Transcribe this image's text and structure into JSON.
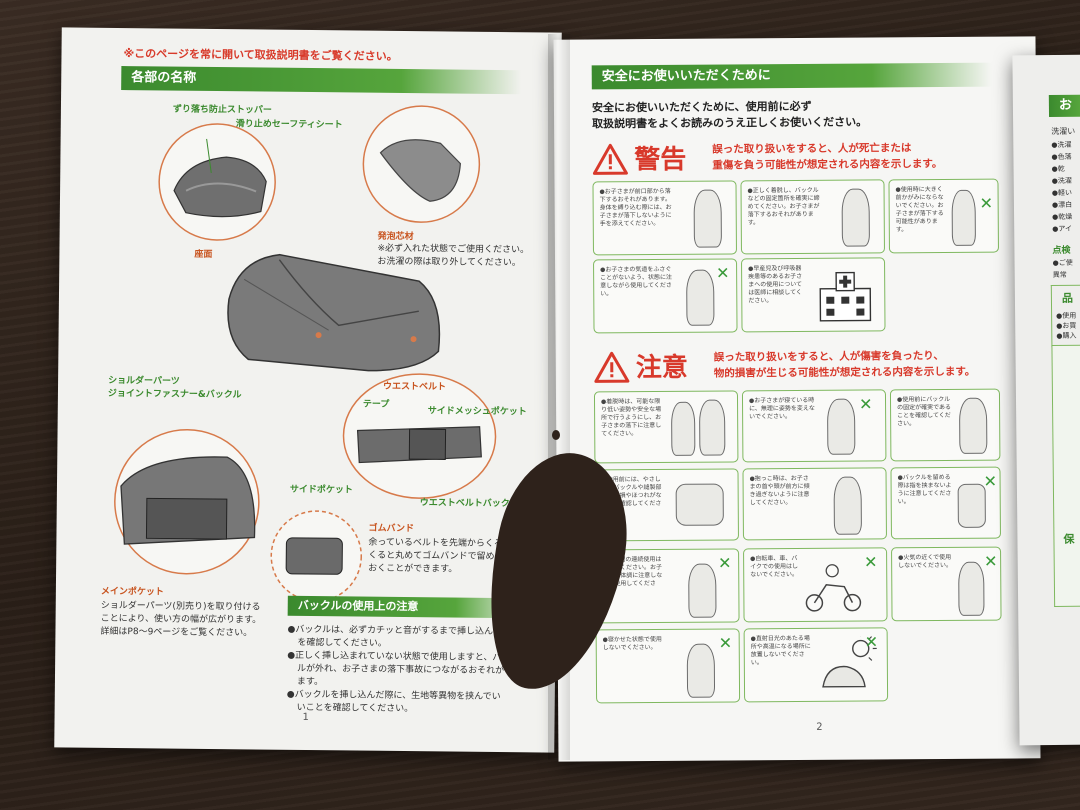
{
  "left_page": {
    "top_notice": "※このページを常に開いて取扱説明書をご覧ください。",
    "section_title": "各部の名称",
    "labels": {
      "stopper": "ずり落ち防止ストッパー",
      "safety_seat": "滑り止めセーフティシート",
      "seat": "座面",
      "foam_core": "発泡芯材",
      "foam_note_1": "※必ず入れた状態でご使用ください。",
      "foam_note_2": "お洗濯の際は取り外してください。",
      "shoulder_1": "ショルダーパーツ",
      "shoulder_2": "ジョイントファスナー&バックル",
      "waist_belt": "ウエストベルト",
      "tape": "テープ",
      "side_mesh_pocket": "サイドメッシュポケット",
      "side_pocket": "サイドポケット",
      "waist_belt_buckle": "ウエストベルトバックル",
      "rubber_band": "ゴムバンド",
      "rubber_desc_1": "余っているベルトを先端からくる",
      "rubber_desc_2": "くると丸めてゴムバンドで留め",
      "rubber_desc_3": "おくことができます。",
      "main_pocket": "メインポケット",
      "main_pocket_desc_1": "ショルダーパーツ(別売り)を取り付ける",
      "main_pocket_desc_2": "ことにより、使い方の幅が広がります。",
      "main_pocket_desc_3": "詳細はP8～9ページをご覧ください。"
    },
    "buckle_section_title": "バックルの使用上の注意",
    "buckle_bullets": [
      "●バックルは、必ずカチッと音がするまで挿し込ん",
      "を確認してください。",
      "●正しく挿し込まれていない状態で使用しますと、バ",
      "ルが外れ、お子さまの落下事故につながるおそれが",
      "ます。",
      "●バックルを挿し込んだ際に、生地等異物を挟んでい",
      "いことを確認してください。"
    ],
    "page_number": "1"
  },
  "right_page": {
    "section_title": "安全にお使いいただくために",
    "intro_1": "安全にお使いいただくために、使用前に必ず",
    "intro_2": "取扱説明書をよくお読みのうえ正しくお使いください。",
    "warning": {
      "title": "警告",
      "desc_1": "誤った取り扱いをすると、人が死亡または",
      "desc_2": "重傷を負う可能性が想定される内容を示します。"
    },
    "caution": {
      "title": "注意",
      "desc_1": "誤った取り扱いをすると、人が傷害を負ったり、",
      "desc_2": "物的損害が生じる可能性が想定される内容を示します。"
    },
    "warning_cards": [
      {
        "text": "●お子さまが前口部から落下するおそれがあります。身体を縛り込む際には、お子さまが落下しないように手を添えてください。",
        "mark": ""
      },
      {
        "text": "●正しく着脱し、バックルなどの固定箇所を確実に締めてください。お子さまが落下するおそれがあります。",
        "mark": ""
      },
      {
        "text": "●使用時に大きく前かがみにならないでください。お子さまが落下する可能性があります。",
        "mark": "✕"
      },
      {
        "text": "●お子さまの気道をふさぐことがないよう、状態に注意しながら使用してください。",
        "mark": "✕"
      },
      {
        "text": "●早産児及び呼吸器疾患等のあるお子さまへの使用については医師に相談してください。",
        "mark": ""
      }
    ],
    "caution_cards": [
      {
        "text": "●着脱時は、可能な限り低い姿勢や安全な場所で行うようにし、お子さまの落下に注意してください。",
        "mark": ""
      },
      {
        "text": "●お子さまが寝ている時に、無理に姿勢を変えないでください。",
        "mark": "✕"
      },
      {
        "text": "●使用前にバックルの固定が確実であることを確認してください。",
        "mark": ""
      },
      {
        "text": "●使用前には、やさしく、バックルや縫製部分に破損やほつれがないかを確認してください。",
        "mark": ""
      },
      {
        "text": "●抱っこ時は、お子さまの首や頭が前方に傾き過ぎないように注意してください。",
        "mark": ""
      },
      {
        "text": "●バックルを留める際は指を挟まないように注意してください。",
        "mark": "✕"
      },
      {
        "text": "●長時間の連続使用は避けてください。お子さまの体調に注意しながら使用してください。",
        "mark": "✕"
      },
      {
        "text": "●自転車、車、バイクでの使用はしないでください。",
        "mark": "✕"
      },
      {
        "text": "●火気の近くで使用しないでください。",
        "mark": "✕"
      },
      {
        "text": "●寝かせた状態で使用しないでください。",
        "mark": "✕"
      },
      {
        "text": "●直射日光のあたる場所や高温になる場所に放置しないでください。",
        "mark": "✕"
      }
    ],
    "page_number": "2"
  },
  "next_page": {
    "band_text": "お",
    "lines": [
      "洗濯い",
      "●洗濯",
      "●色落",
      "●乾",
      "●洗濯",
      "●軽い",
      "●漂白",
      "●乾燥",
      "●アイ"
    ],
    "check_title": "点検",
    "check_lines": [
      "●ご使",
      "異常"
    ],
    "box_text": "品",
    "box_lines": [
      "●使用",
      "●お買",
      "●購入"
    ],
    "tail_band": "保"
  },
  "colors": {
    "green": "#3b8a2e",
    "red": "#d8392b",
    "orange": "#c8541f"
  }
}
